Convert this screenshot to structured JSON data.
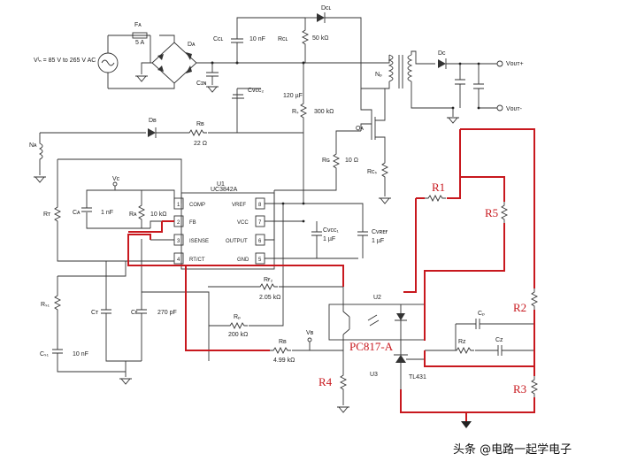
{
  "labels": {
    "vin": "Vᴵₙ = 85 V to 265 V AC",
    "fa": "Fᴀ",
    "fuse_rating": "5 A",
    "da": "Dᴀ",
    "dcl": "Dᴄʟ",
    "ccl": "Cᴄʟ",
    "ccl_val": "10 nF",
    "rcl": "Rᴄʟ",
    "rcl_val": "50 kΩ",
    "cin": "Cɪɴ",
    "cvcc2": "Cᴠᴄᴄ₂",
    "cvcc2_val": "120 µF",
    "rs": "Rₛ",
    "rs_val": "300 kΩ",
    "np": "Nₚ",
    "dc": "Dᴄ",
    "vout_plus": "Vᴏᴜᴛ+",
    "vout_minus": "Vᴏᴜᴛ-",
    "qa": "Qᴀ",
    "db": "Dʙ",
    "rb": "Rʙ",
    "rb_val": "22 Ω",
    "na": "Nᴀ",
    "rg": "Rɢ",
    "rg_val": "10 Ω",
    "rcs": "Rᴄₛ",
    "u1": "U1",
    "ic": "UC3842A",
    "vc": "Vᴄ",
    "rt": "Rᴛ",
    "ca": "Cᴀ",
    "ca_val": "1 nF",
    "ra": "Rᴀ",
    "ra_val": "10 kΩ",
    "pins_left": [
      {
        "num": "1",
        "name": "COMP"
      },
      {
        "num": "2",
        "name": "FB"
      },
      {
        "num": "3",
        "name": "ISENSE"
      },
      {
        "num": "4",
        "name": "RT/CT"
      }
    ],
    "pins_right": [
      {
        "num": "8",
        "name": "VREF"
      },
      {
        "num": "7",
        "name": "VCC"
      },
      {
        "num": "6",
        "name": "OUTPUT"
      },
      {
        "num": "5",
        "name": "GND"
      }
    ],
    "cvcc1": "Cᴠᴄᴄ₁",
    "cvcc1_val": "1 µF",
    "cvref": "Cᴠʀᴇғ",
    "cvref_val": "1 µF",
    "rs1": "Rₛ₁",
    "cs1": "Cₛ₁",
    "cs1_val": "10 nF",
    "ct": "Cᴛ",
    "cf": "Cғ",
    "cf_val": "270 pF",
    "rf2": "Rғ₂",
    "rf2_val": "2.05 kΩ",
    "rp": "Rₚ",
    "rp_val": "200 kΩ",
    "rb2": "Rʙ",
    "rb2_val": "4.99 kΩ",
    "vb": "Vʙ",
    "u2": "U2",
    "u3": "U3",
    "tl431": "TL431",
    "cp": "Cₚ",
    "rz": "Rᴢ",
    "cz": "Cᴢ"
  },
  "annotations": {
    "r1": "R1",
    "r2": "R2",
    "r3": "R3",
    "r4": "R4",
    "r5": "R5",
    "optocoupler": "PC817-A"
  },
  "watermark": "头条 @电路一起学电子",
  "colors": {
    "annotation": "#c8181e",
    "wire": "#333333"
  }
}
